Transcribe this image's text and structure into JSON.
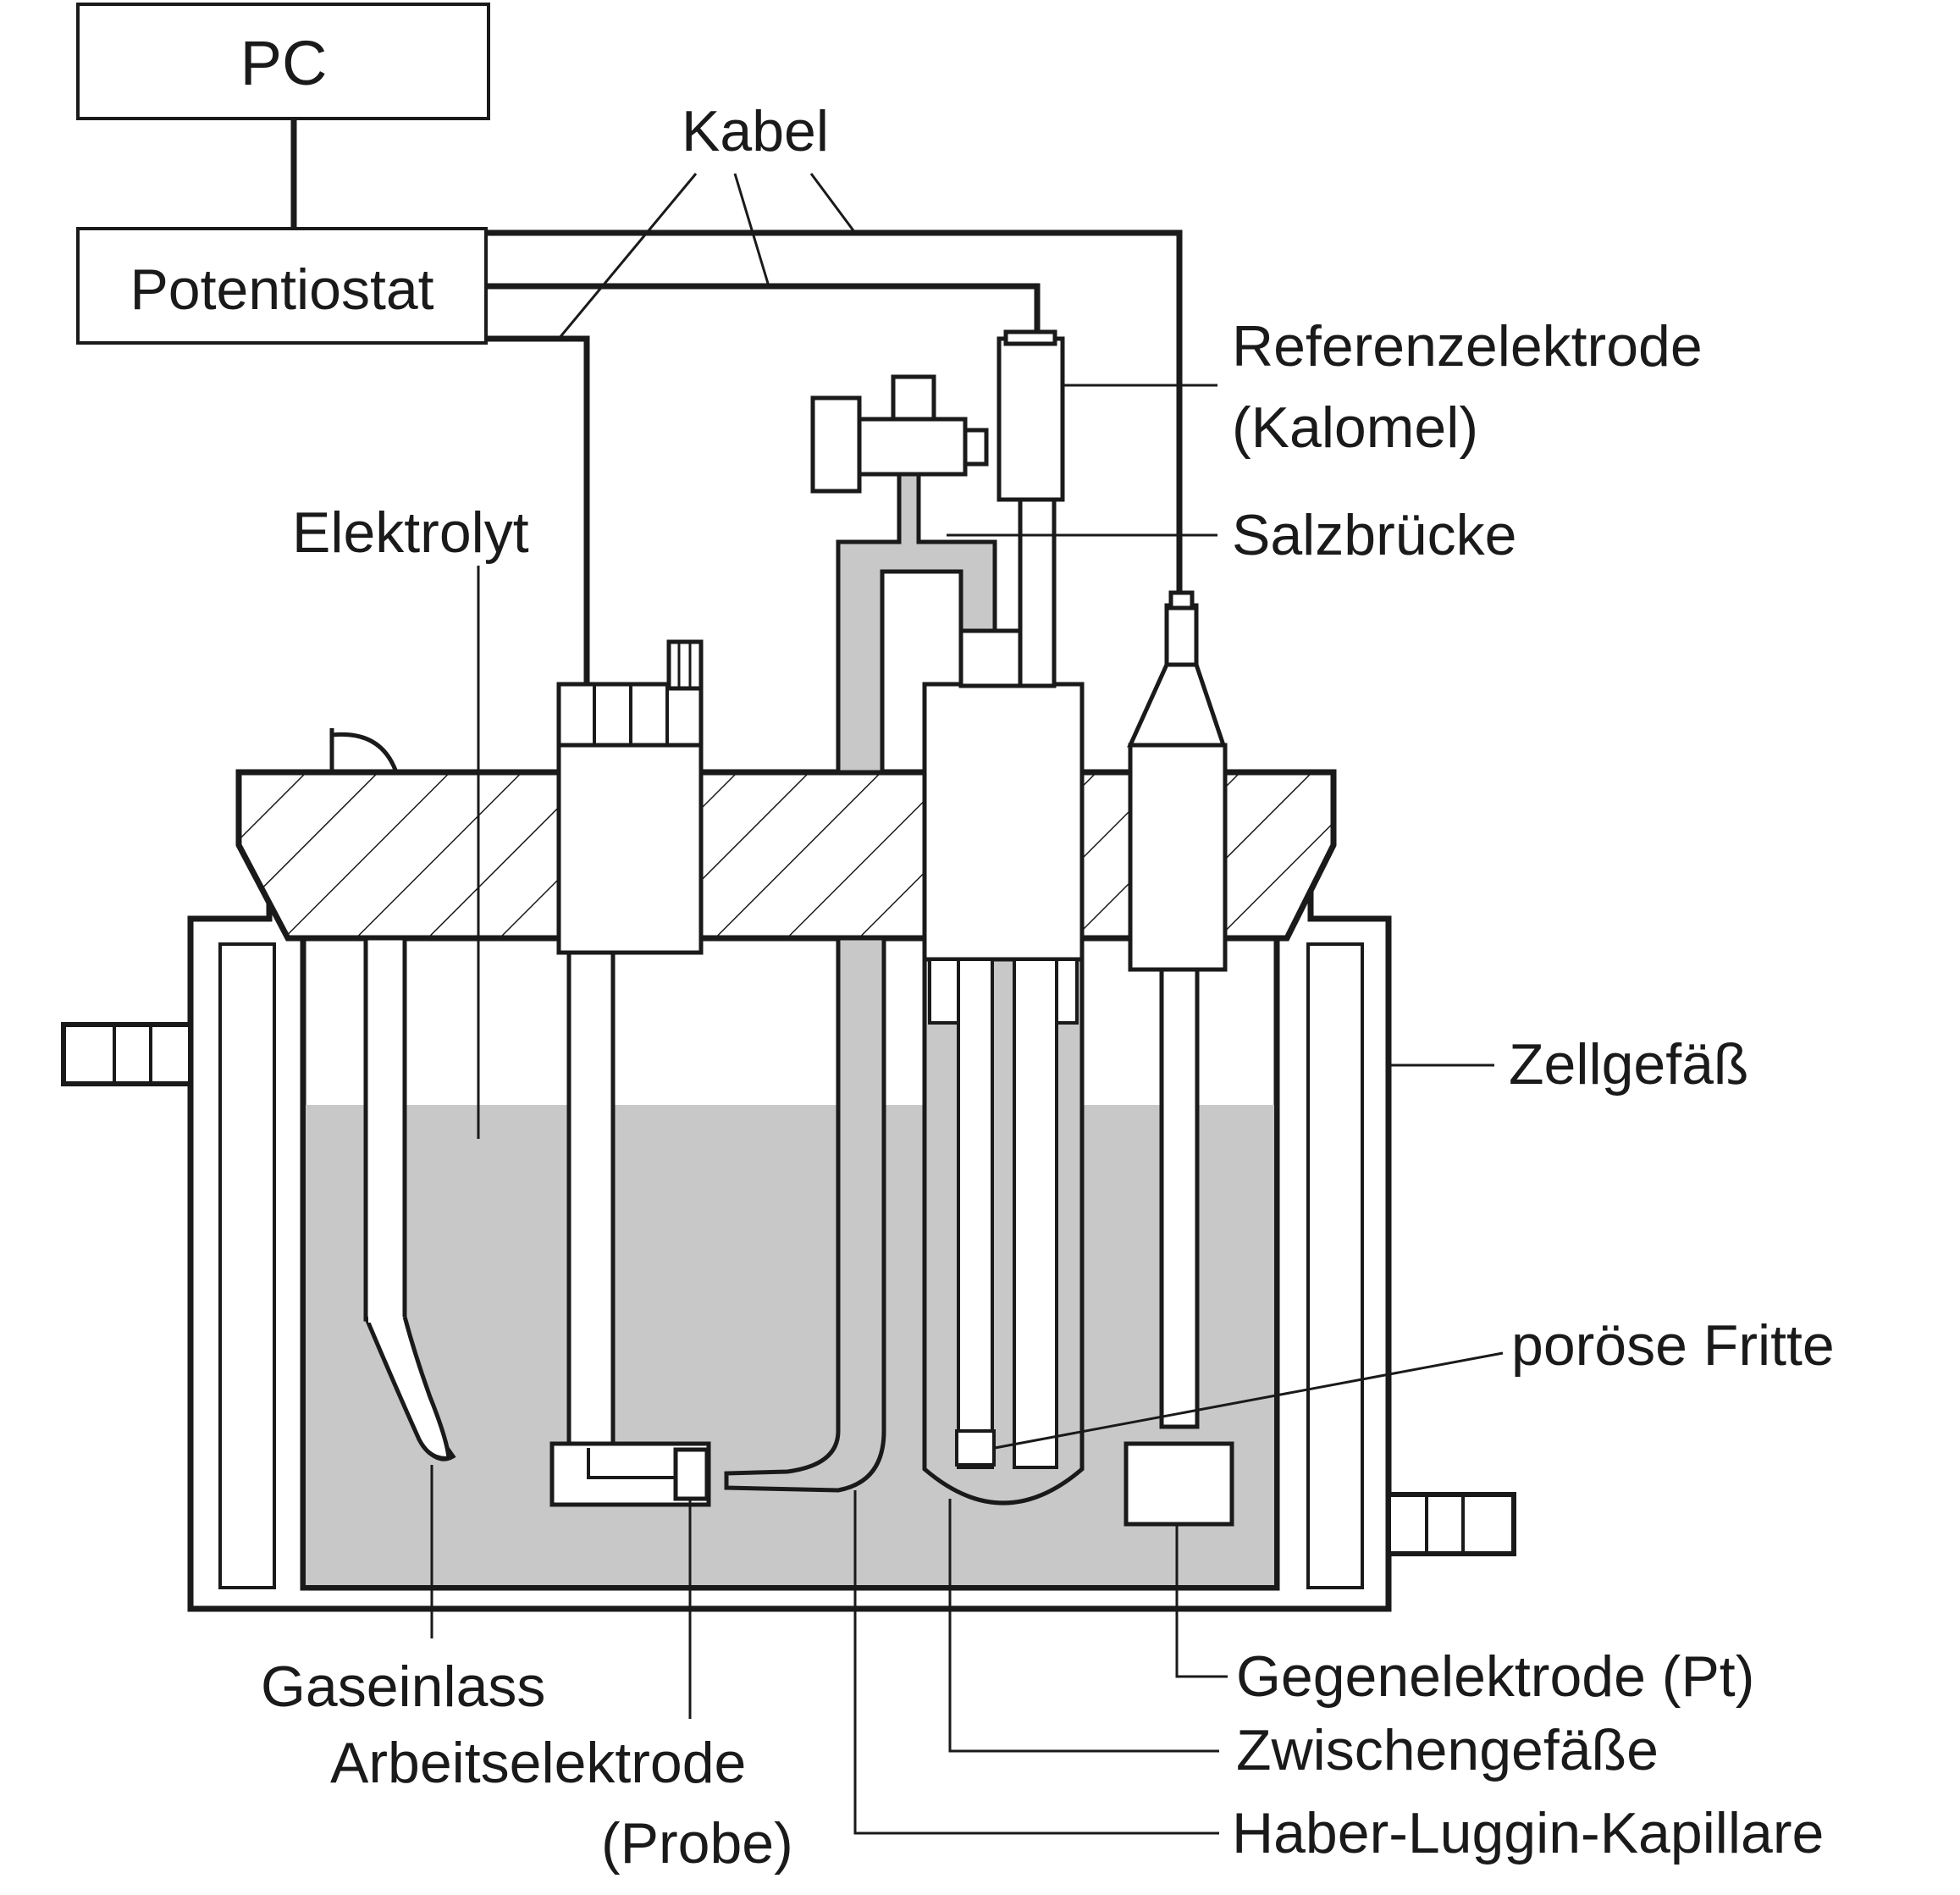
{
  "labels": {
    "pc": "PC",
    "potentiostat": "Potentiostat",
    "cable": "Kabel",
    "reference_electrode_line1": "Referenzelektrode",
    "reference_electrode_line2": "(Kalomel)",
    "salt_bridge": "Salzbrücke",
    "electrolyte": "Elektrolyt",
    "cell_vessel": "Zellgefäß",
    "porous_frit": "poröse Fritte",
    "gas_inlet": "Gaseinlass",
    "working_electrode_line1": "Arbeitselektrode",
    "working_electrode_line2": "(Probe)",
    "counter_electrode": "Gegenelektrode (Pt)",
    "intermediate_vessels": "Zwischengefäße",
    "luggin_capillary": "Haber-Luggin-Kapillare"
  },
  "colors": {
    "stroke": "#1a1a1a",
    "electrolyte_fill": "#c8c8c8",
    "background": "#ffffff"
  }
}
